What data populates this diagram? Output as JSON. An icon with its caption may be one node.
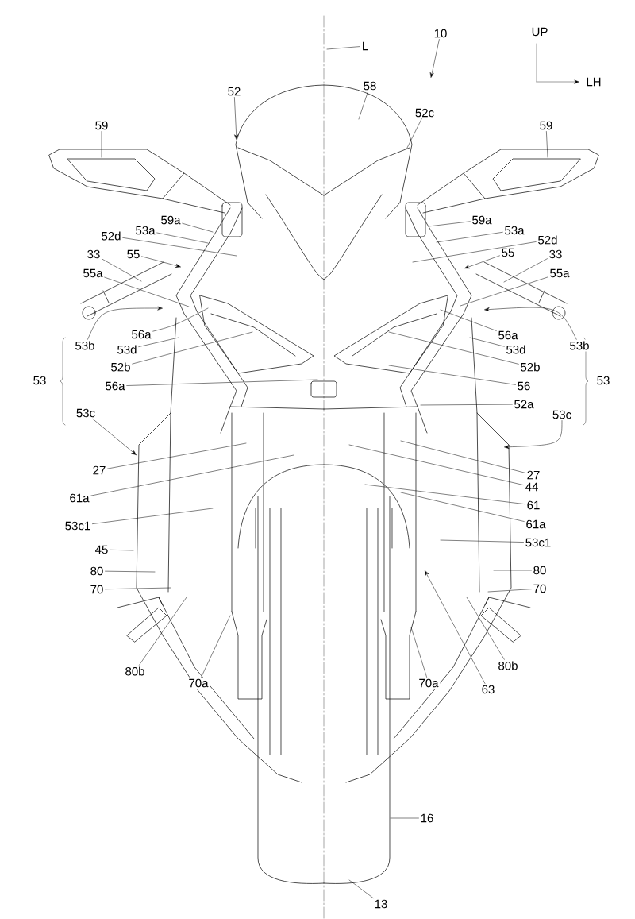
{
  "diagram": {
    "nodes": [
      {
        "text": [
          "10"
        ]
      },
      {
        "text": [
          "L"
        ]
      },
      {
        "text": [
          "52"
        ]
      },
      {
        "text": [
          "58"
        ]
      },
      {
        "text": [
          "52c"
        ]
      },
      {
        "text": [
          "59"
        ]
      },
      {
        "text": [
          "59"
        ]
      },
      {
        "text": [
          "59a"
        ]
      },
      {
        "text": [
          "53a"
        ]
      },
      {
        "text": [
          "52d"
        ]
      },
      {
        "text": [
          "33"
        ]
      },
      {
        "text": [
          "55"
        ]
      },
      {
        "text": [
          "55a"
        ]
      },
      {
        "text": [
          "56a"
        ]
      },
      {
        "text": [
          "53b"
        ]
      },
      {
        "text": [
          "53d"
        ]
      },
      {
        "text": [
          "52b"
        ]
      },
      {
        "text": [
          "56a"
        ]
      },
      {
        "text": [
          "53c"
        ]
      },
      {
        "text": [
          "27"
        ]
      },
      {
        "text": [
          "61a"
        ]
      },
      {
        "text": [
          "53c1"
        ]
      },
      {
        "text": [
          "45"
        ]
      },
      {
        "text": [
          "80"
        ]
      },
      {
        "text": [
          "70"
        ]
      },
      {
        "text": [
          "80b"
        ]
      },
      {
        "text": [
          "70a"
        ]
      },
      {
        "text": [
          "59a"
        ]
      },
      {
        "text": [
          "53a"
        ]
      },
      {
        "text": [
          "52d"
        ]
      },
      {
        "text": [
          "55"
        ]
      },
      {
        "text": [
          "33"
        ]
      },
      {
        "text": [
          "55a"
        ]
      },
      {
        "text": [
          "56a"
        ]
      },
      {
        "text": [
          "53b"
        ]
      },
      {
        "text": [
          "53d"
        ]
      },
      {
        "text": [
          "52b"
        ]
      },
      {
        "text": [
          "56"
        ]
      },
      {
        "text": [
          "52a"
        ]
      },
      {
        "text": [
          "53c"
        ]
      },
      {
        "text": [
          "27"
        ]
      },
      {
        "text": [
          "44"
        ]
      },
      {
        "text": [
          "61"
        ]
      },
      {
        "text": [
          "61a"
        ]
      },
      {
        "text": [
          "53c1"
        ]
      },
      {
        "text": [
          "80"
        ]
      },
      {
        "text": [
          "70"
        ]
      },
      {
        "text": [
          "80b"
        ]
      },
      {
        "text": [
          "63"
        ]
      },
      {
        "text": [
          "70a"
        ]
      },
      {
        "text": [
          "16"
        ]
      },
      {
        "text": [
          "13"
        ]
      }
    ],
    "edges": [
      {
        "from": 0,
        "to": null,
        "arrow": "to"
      },
      {
        "from": 1,
        "to": null,
        "arrow": "none"
      },
      {
        "from": 2,
        "to": null,
        "arrow": "to"
      },
      {
        "from": 3,
        "to": null,
        "arrow": "none"
      },
      {
        "from": 4,
        "to": null,
        "arrow": "none"
      },
      {
        "from": 5,
        "to": null,
        "arrow": "none"
      },
      {
        "from": 6,
        "to": null,
        "arrow": "none"
      },
      {
        "from": 7,
        "to": null,
        "arrow": "none"
      },
      {
        "from": 8,
        "to": null,
        "arrow": "none"
      },
      {
        "from": 9,
        "to": null,
        "arrow": "none"
      },
      {
        "from": 10,
        "to": null,
        "arrow": "none"
      },
      {
        "from": 11,
        "to": null,
        "arrow": "to"
      },
      {
        "from": 12,
        "to": null,
        "arrow": "none"
      },
      {
        "from": 13,
        "to": null,
        "arrow": "none"
      },
      {
        "from": 14,
        "to": null,
        "arrow": "to"
      },
      {
        "from": 15,
        "to": null,
        "arrow": "none"
      },
      {
        "from": 16,
        "to": null,
        "arrow": "none"
      },
      {
        "from": 17,
        "to": null,
        "arrow": "none"
      },
      {
        "from": 18,
        "to": null,
        "arrow": "to"
      },
      {
        "from": 19,
        "to": null,
        "arrow": "none"
      },
      {
        "from": 20,
        "to": null,
        "arrow": "none"
      },
      {
        "from": 21,
        "to": null,
        "arrow": "none"
      },
      {
        "from": 22,
        "to": null,
        "arrow": "none"
      },
      {
        "from": 23,
        "to": null,
        "arrow": "none"
      },
      {
        "from": 24,
        "to": null,
        "arrow": "none"
      },
      {
        "from": 25,
        "to": null,
        "arrow": "none"
      },
      {
        "from": 26,
        "to": null,
        "arrow": "none"
      },
      {
        "from": 27,
        "to": null,
        "arrow": "none"
      },
      {
        "from": 28,
        "to": null,
        "arrow": "none"
      },
      {
        "from": 29,
        "to": null,
        "arrow": "none"
      },
      {
        "from": 30,
        "to": null,
        "arrow": "to"
      },
      {
        "from": 31,
        "to": null,
        "arrow": "none"
      },
      {
        "from": 32,
        "to": null,
        "arrow": "none"
      },
      {
        "from": 33,
        "to": null,
        "arrow": "none"
      },
      {
        "from": 34,
        "to": null,
        "arrow": "to"
      },
      {
        "from": 35,
        "to": null,
        "arrow": "none"
      },
      {
        "from": 36,
        "to": null,
        "arrow": "none"
      },
      {
        "from": 37,
        "to": null,
        "arrow": "none"
      },
      {
        "from": 38,
        "to": null,
        "arrow": "none"
      },
      {
        "from": 39,
        "to": null,
        "arrow": "to"
      },
      {
        "from": 40,
        "to": null,
        "arrow": "none"
      },
      {
        "from": 41,
        "to": null,
        "arrow": "none"
      },
      {
        "from": 42,
        "to": null,
        "arrow": "none"
      },
      {
        "from": 43,
        "to": null,
        "arrow": "none"
      },
      {
        "from": 44,
        "to": null,
        "arrow": "none"
      },
      {
        "from": 45,
        "to": null,
        "arrow": "none"
      },
      {
        "from": 46,
        "to": null,
        "arrow": "none"
      },
      {
        "from": 47,
        "to": null,
        "arrow": "none"
      },
      {
        "from": 48,
        "to": null,
        "arrow": "to"
      },
      {
        "from": 49,
        "to": null,
        "arrow": "none"
      },
      {
        "from": 50,
        "to": null,
        "arrow": "none"
      },
      {
        "from": 51,
        "to": null,
        "arrow": "none"
      }
    ],
    "labels": [
      "UP",
      "LH",
      "53",
      "53"
    ]
  }
}
